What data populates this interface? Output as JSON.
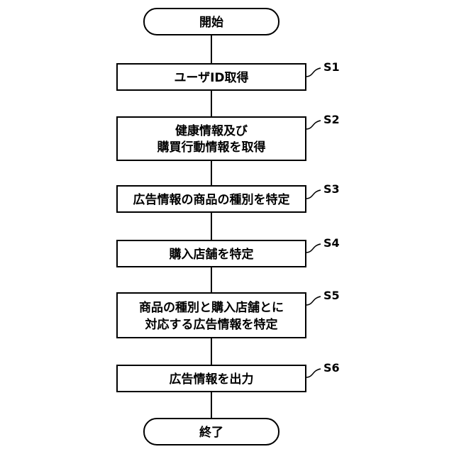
{
  "start": "開始",
  "end": "終了",
  "steps": [
    {
      "id": "S1",
      "lines": [
        "ユーザID取得"
      ]
    },
    {
      "id": "S2",
      "lines": [
        "健康情報及び",
        "購買行動情報を取得"
      ]
    },
    {
      "id": "S3",
      "lines": [
        "広告情報の商品の種別を特定"
      ]
    },
    {
      "id": "S4",
      "lines": [
        "購入店舗を特定"
      ]
    },
    {
      "id": "S5",
      "lines": [
        "商品の種別と購入店舗とに",
        "対応する広告情報を特定"
      ]
    },
    {
      "id": "S6",
      "lines": [
        "広告情報を出力"
      ]
    }
  ]
}
